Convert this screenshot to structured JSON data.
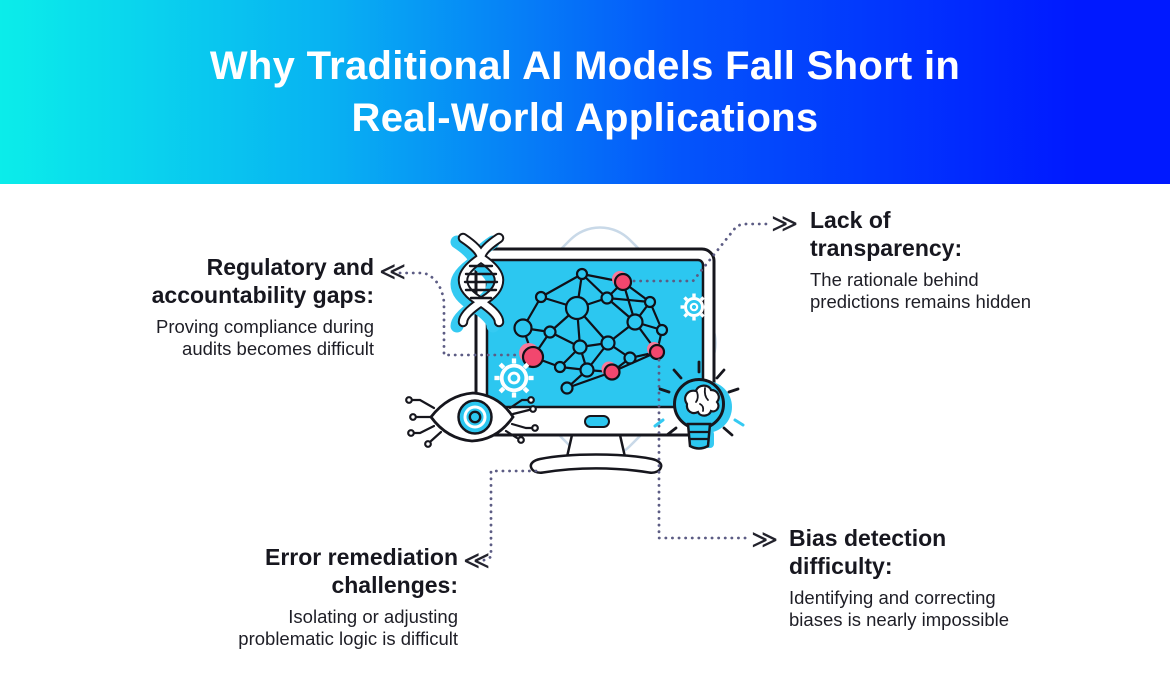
{
  "header": {
    "title": "Why Traditional AI Models Fall Short in\nReal-World Applications",
    "background_gradient": {
      "from": "#0BEDEA",
      "to": "#0019FF"
    },
    "text_color": "#FFFFFF"
  },
  "callouts": [
    {
      "id": "regulatory-gaps",
      "arrow": "≪",
      "title": "Regulatory and\naccountability gaps:",
      "body": "Proving compliance during\naudits becomes difficult"
    },
    {
      "id": "lack-of-transparency",
      "arrow": "≫",
      "title": "Lack of\ntransparency:",
      "body": "The rationale behind\npredictions remains hidden"
    },
    {
      "id": "error-remediation",
      "arrow": "≪",
      "title": "Error remediation\nchallenges:",
      "body": "Isolating or adjusting\nproblematic logic is difficult"
    },
    {
      "id": "bias-detection",
      "arrow": "≫",
      "title": "Bias detection\ndifficulty:",
      "body": "Identifying and correcting\nbiases is nearly impossible"
    }
  ],
  "illustration": {
    "icons": [
      "monitor-icon",
      "neural-network-brain-icon",
      "dna-icon",
      "eye-circuit-icon",
      "lightbulb-brain-icon",
      "gear-icon",
      "gear-icon",
      "background-diamond"
    ],
    "colors": {
      "screen_cyan": "#2CC7F0",
      "icon_cyan_shadow": "#35CAF2",
      "accent_red": "#F2476E",
      "accent_red_shadow": "#F7799A",
      "outline_black": "#16161d",
      "dotted_line": "#5C5C84",
      "diamond_outline": "#C9D9E8",
      "white": "#FFFFFF"
    }
  }
}
